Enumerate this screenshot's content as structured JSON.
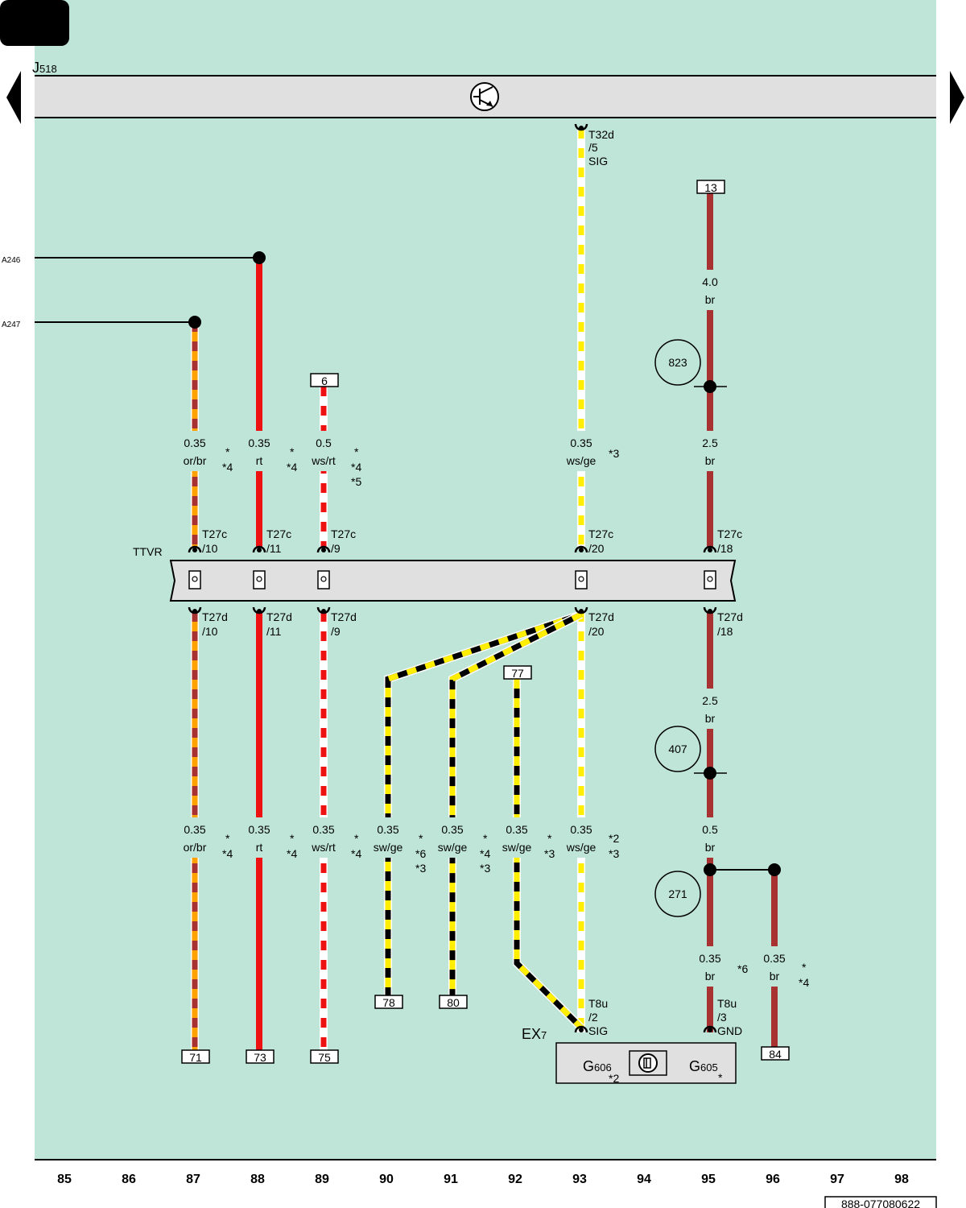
{
  "diagram": {
    "module_top": {
      "name": "J",
      "sub": "518"
    },
    "module_bottom": {
      "name": "EX",
      "sub": "7"
    },
    "sensor_left": {
      "name": "G",
      "sub": "606",
      "note": "*2"
    },
    "sensor_right": {
      "name": "G",
      "sub": "605",
      "note": "*"
    },
    "ttvr": "TTVR",
    "ref_a246": "A246",
    "ref_a247": "A247",
    "doc_number": "888-077080622",
    "columns": [
      "85",
      "86",
      "87",
      "88",
      "89",
      "90",
      "91",
      "92",
      "93",
      "94",
      "95",
      "96",
      "97",
      "98"
    ],
    "circles": {
      "c823": "823",
      "c407": "407",
      "c271": "271"
    },
    "boxes": {
      "b6": "6",
      "b13": "13",
      "b77": "77",
      "b71": "71",
      "b73": "73",
      "b75": "75",
      "b78": "78",
      "b80": "80",
      "b84": "84"
    },
    "conn_t32d": {
      "l1": "T32d",
      "l2": "/5",
      "l3": "SIG"
    },
    "conn_top": [
      {
        "l1": "T27c",
        "l2": "/10"
      },
      {
        "l1": "T27c",
        "l2": "/11"
      },
      {
        "l1": "T27c",
        "l2": "/9"
      },
      {
        "l1": "T27c",
        "l2": "/20"
      },
      {
        "l1": "T27c",
        "l2": "/18"
      }
    ],
    "conn_bottom": [
      {
        "l1": "T27d",
        "l2": "/10"
      },
      {
        "l1": "T27d",
        "l2": "/11"
      },
      {
        "l1": "T27d",
        "l2": "/9"
      },
      {
        "l1": "T27d",
        "l2": "/20"
      },
      {
        "l1": "T27d",
        "l2": "/18"
      }
    ],
    "conn_t8u_sig": {
      "l1": "T8u",
      "l2": "/2",
      "l3": "SIG"
    },
    "conn_t8u_gnd": {
      "l1": "T8u",
      "l2": "/3",
      "l3": "GND"
    },
    "wires_upper": [
      {
        "size": "0.35",
        "color": "or/br"
      },
      {
        "size": "0.35",
        "color": "rt"
      },
      {
        "size": "0.5",
        "color": "ws/rt"
      },
      {
        "size": "0.35",
        "color": "ws/ge"
      },
      {
        "size": "2.5",
        "color": "br"
      }
    ],
    "wire_top_95": {
      "size": "4.0",
      "color": "br"
    },
    "wire_mid_95": {
      "size": "2.5",
      "color": "br"
    },
    "wires_lower": [
      {
        "size": "0.35",
        "color": "or/br"
      },
      {
        "size": "0.35",
        "color": "rt"
      },
      {
        "size": "0.35",
        "color": "ws/rt"
      },
      {
        "size": "0.35",
        "color": "sw/ge"
      },
      {
        "size": "0.35",
        "color": "sw/ge"
      },
      {
        "size": "0.35",
        "color": "sw/ge"
      },
      {
        "size": "0.35",
        "color": "ws/ge"
      },
      {
        "size": "0.5",
        "color": "br"
      }
    ],
    "wires_bottom": [
      {
        "size": "0.35",
        "color": "br"
      },
      {
        "size": "0.35",
        "color": "br"
      }
    ],
    "notes_upper": [
      {
        "a": "*",
        "b": "*4",
        "c": ""
      },
      {
        "a": "*",
        "b": "*4",
        "c": ""
      },
      {
        "a": "*",
        "b": "*4",
        "c": "*5"
      },
      {
        "a": "*3",
        "b": "",
        "c": ""
      }
    ],
    "notes_lower": [
      {
        "a": "*",
        "b": "*4",
        "c": ""
      },
      {
        "a": "*",
        "b": "*4",
        "c": ""
      },
      {
        "a": "*",
        "b": "*4",
        "c": ""
      },
      {
        "a": "*",
        "b": "*6",
        "c": "*3"
      },
      {
        "a": "*",
        "b": "*4",
        "c": "*3"
      },
      {
        "a": "*",
        "b": "*3",
        "c": ""
      },
      {
        "a": "*2",
        "b": "*3",
        "c": ""
      }
    ],
    "notes_bottom": [
      {
        "a": "*6",
        "b": ""
      },
      {
        "a": "*",
        "b": "*4"
      }
    ],
    "wire_colors": {
      "background": "#bfe5d9",
      "orange": "#ffa200",
      "brown": "#a83232",
      "red": "#ee1111",
      "yellow": "#ffee00",
      "black": "#000000",
      "white": "#ffffff",
      "module_fill": "#e0e0e0"
    }
  }
}
